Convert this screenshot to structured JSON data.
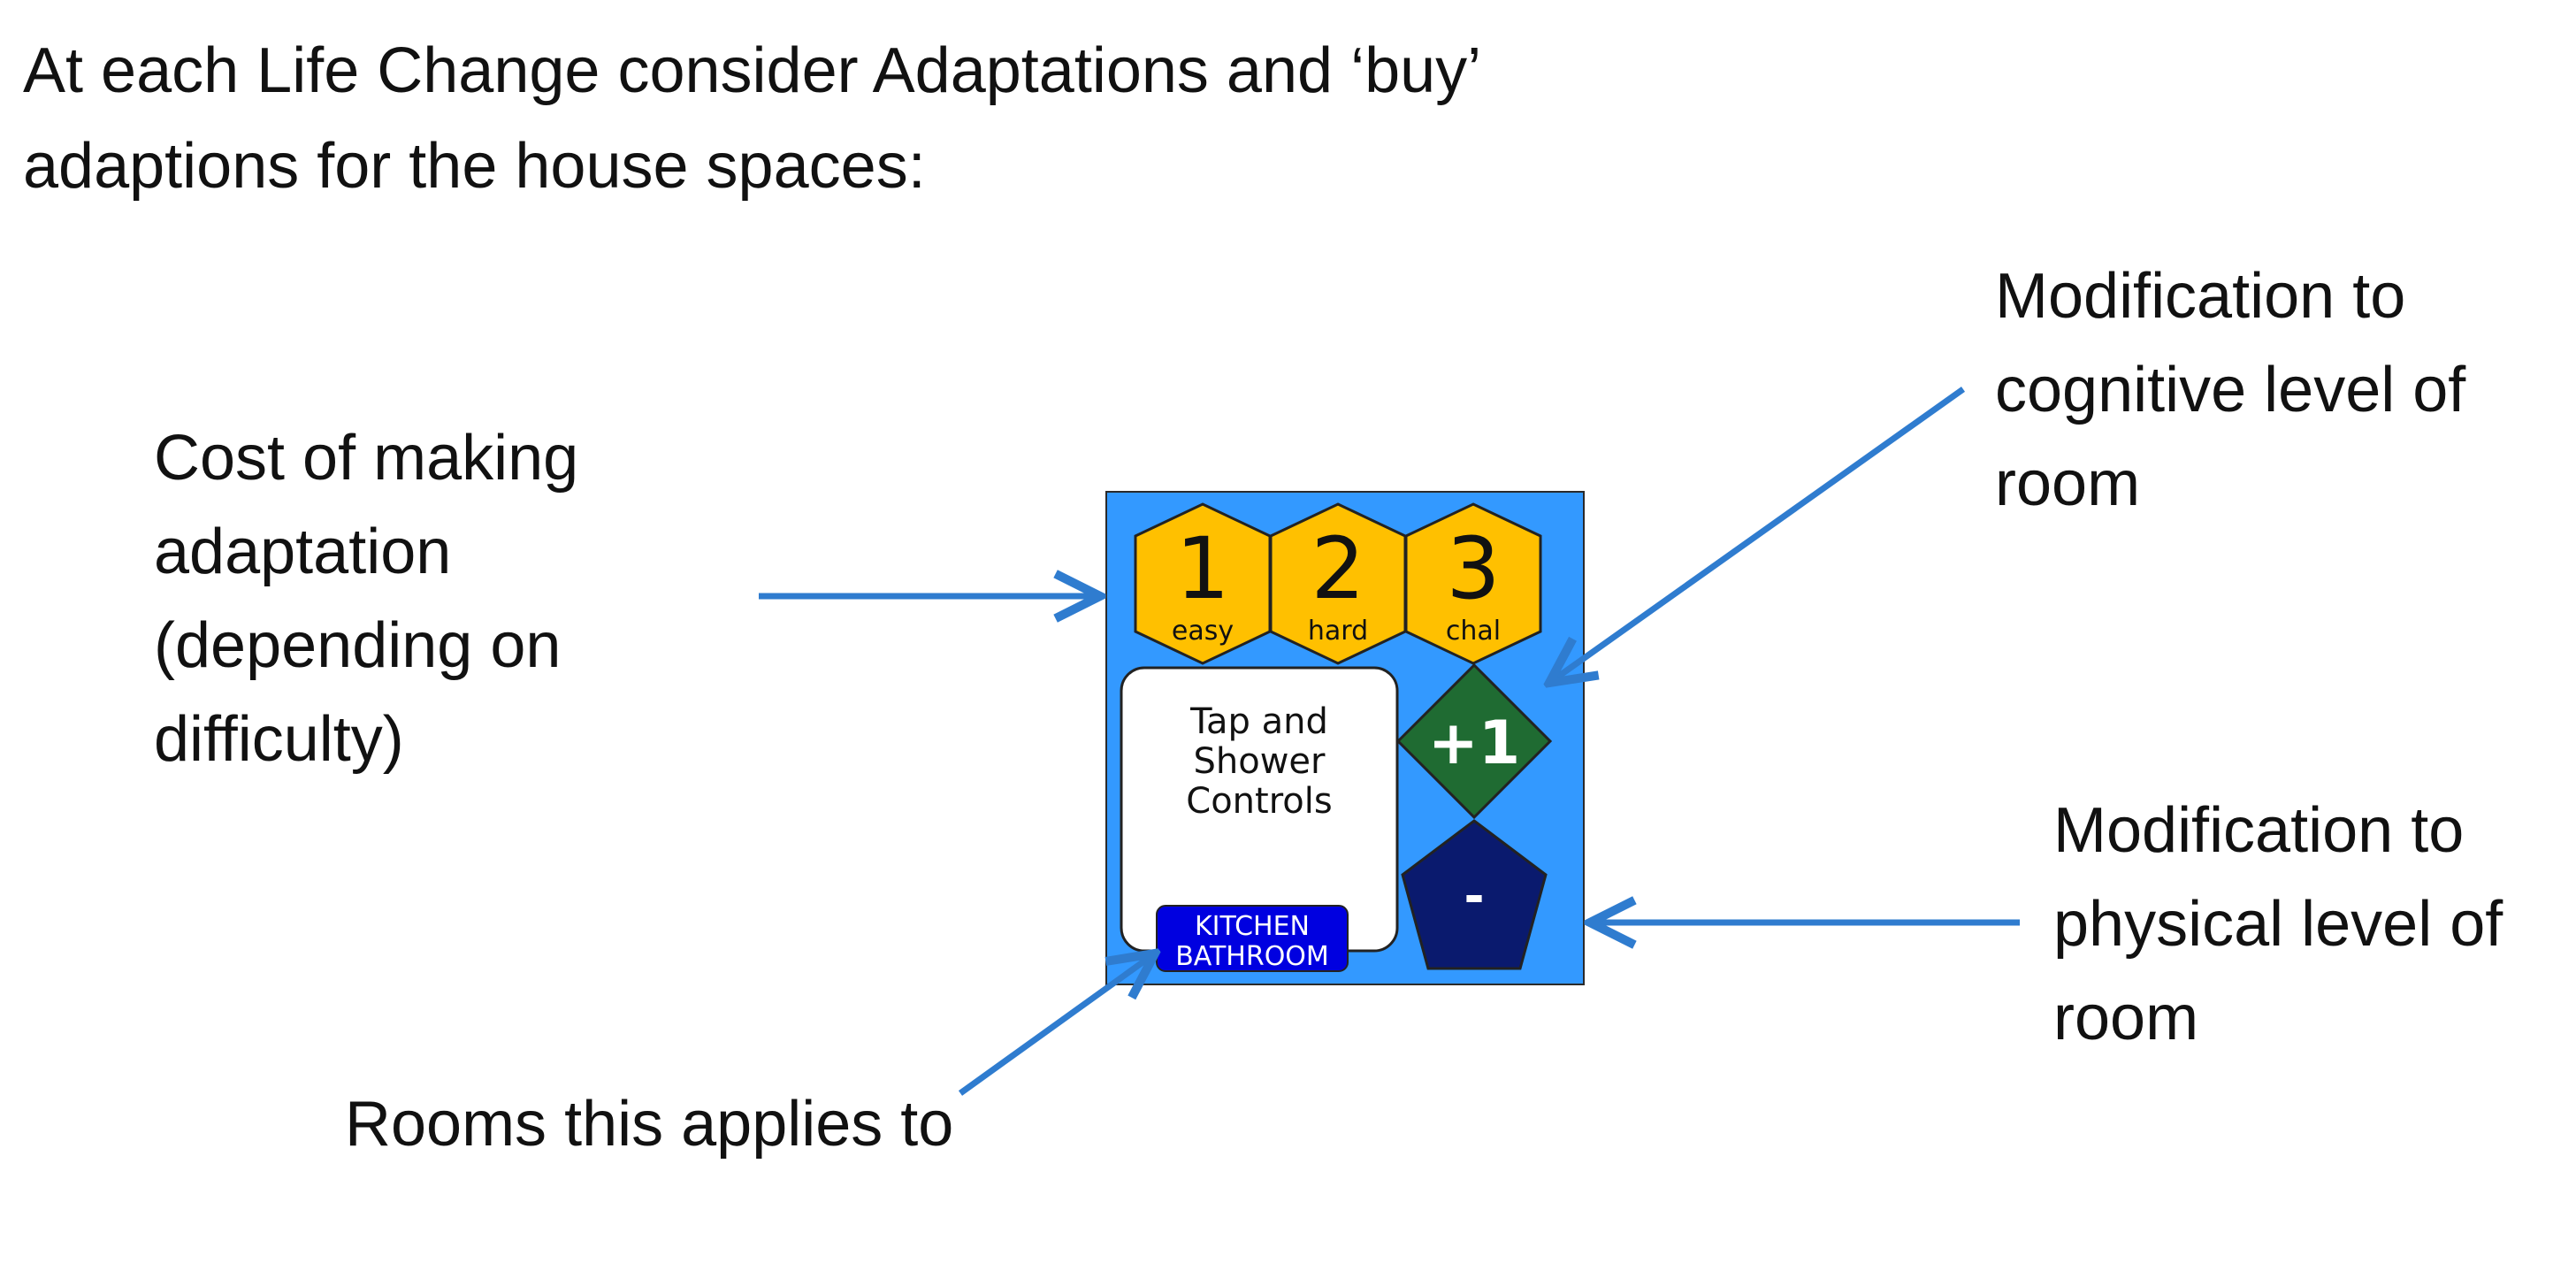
{
  "heading": "At each Life Change consider Adaptations and ‘buy’ adaptions for the house spaces:",
  "callouts": {
    "cost": "Cost of making adaptation (depending on difficulty)",
    "cognitive": "Modification to cognitive  level of room",
    "physical": "Modification to physical level of room",
    "rooms": "Rooms this applies to"
  },
  "card": {
    "background_color": "#3399ff",
    "hexagons": [
      {
        "number": "1",
        "label": "easy"
      },
      {
        "number": "2",
        "label": "hard"
      },
      {
        "number": "3",
        "label": "chal"
      }
    ],
    "hexagon_color": "#ffc000",
    "title_lines": [
      "Tap and",
      "Shower",
      "Controls"
    ],
    "rooms": [
      "KITCHEN",
      "BATHROOM"
    ],
    "rooms_color": "#0000e0",
    "cognitive_modifier": "+1",
    "cognitive_color": "#1f6b32",
    "physical_modifier": "-",
    "physical_color": "#0a1a6e"
  },
  "arrow_color": "#2f7ccf"
}
